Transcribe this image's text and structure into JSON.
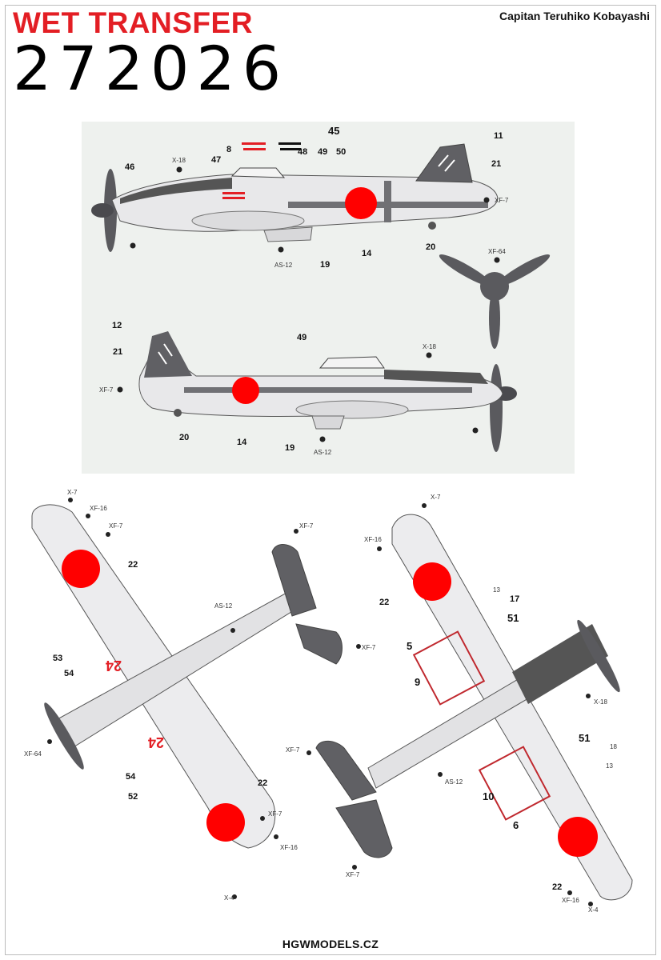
{
  "header": {
    "brand": "WET TRANSFER",
    "code": "272026",
    "pilot": "Capitan Teruhiko Kobayashi"
  },
  "footer": {
    "website": "HGWMODELS.CZ"
  },
  "colors": {
    "brand_red": "#e31e24",
    "hinomaru_red": "#ff0000",
    "fuselage_grey": "#e8e8ea",
    "dark_grey": "#606064",
    "band_grey": "#707074",
    "panel_bg": "#eef1ee"
  },
  "side_view_left": {
    "callouts": [
      "45",
      "11",
      "8",
      "48",
      "49",
      "50",
      "21",
      "46",
      "47",
      "14",
      "20",
      "19"
    ],
    "paints": [
      "X-18",
      "XF-7",
      "AS-12",
      "XF-64"
    ]
  },
  "side_view_right": {
    "callouts": [
      "12",
      "49",
      "21",
      "14",
      "20",
      "19"
    ],
    "paints": [
      "X-18",
      "XF-7",
      "AS-12"
    ]
  },
  "top_view": {
    "callouts": [
      "22",
      "53",
      "54",
      "54",
      "52",
      "22"
    ],
    "paints": [
      "X-7",
      "XF-16",
      "XF-7",
      "XF-7",
      "AS-12",
      "XF-7",
      "XF-64",
      "XF-7",
      "XF-16",
      "X-4"
    ]
  },
  "bottom_view": {
    "callouts": [
      "13",
      "17",
      "51",
      "5",
      "9",
      "22",
      "51",
      "18",
      "13",
      "10",
      "6",
      "22"
    ],
    "paints": [
      "X-7",
      "XF-16",
      "X-18",
      "XF-7",
      "AS-12",
      "XF-7",
      "XF-16",
      "X-4"
    ]
  }
}
